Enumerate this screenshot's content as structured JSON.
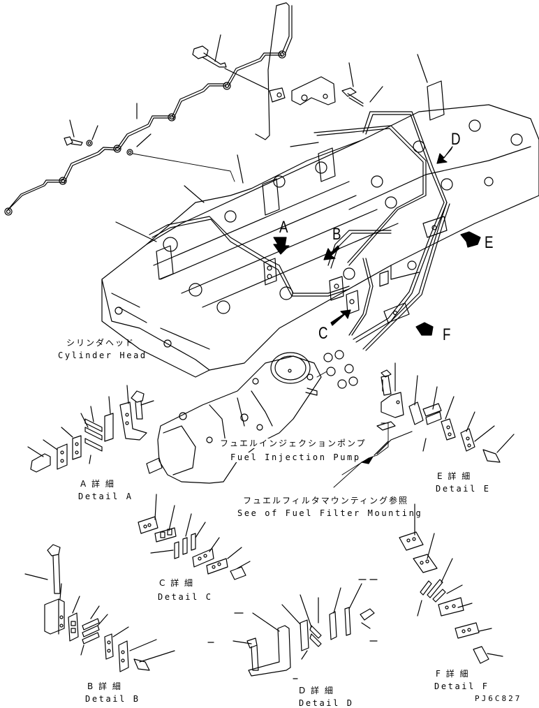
{
  "diagram": {
    "type": "exploded-parts-view",
    "subject": "Fuel injection piping and clamps",
    "document_id": "PJ6C827"
  },
  "labels": {
    "cylinder_head": {
      "jp": "シリンダヘッド",
      "en": "Cylinder Head"
    },
    "fuel_injection_pump": {
      "jp": "フュエルインジェクションポンプ",
      "en": "Fuel Injection Pump"
    },
    "fuel_filter_mounting": {
      "jp": "フュエルフィルタマウンティング参照",
      "en": "See of Fuel Filter Mounting"
    }
  },
  "callouts": [
    {
      "letter": "A"
    },
    {
      "letter": "B"
    },
    {
      "letter": "C"
    },
    {
      "letter": "D"
    },
    {
      "letter": "E"
    },
    {
      "letter": "F"
    }
  ],
  "details": [
    {
      "jp": "A 詳 細",
      "en": "Detail A"
    },
    {
      "jp": "B 詳 細",
      "en": "Detail B"
    },
    {
      "jp": "C 詳 細",
      "en": "Detail C"
    },
    {
      "jp": "D 詳 細",
      "en": "Detail D"
    },
    {
      "jp": "E 詳 細",
      "en": "Detail E"
    },
    {
      "jp": "F 詳 細",
      "en": "Detail F"
    }
  ]
}
